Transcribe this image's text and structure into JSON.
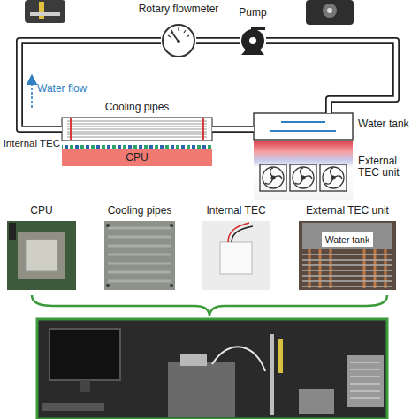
{
  "diagram": {
    "nodes": [
      {
        "text": [
          "Rotary flowmeter"
        ]
      },
      {
        "text": [
          "Pump"
        ]
      },
      {
        "text": [
          "Cooling pipes"
        ]
      },
      {
        "text": [
          "Water tank"
        ]
      },
      {
        "text": [
          "Internal TEC"
        ]
      },
      {
        "text": [
          "CPU"
        ]
      },
      {
        "text": [
          "External TEC unit"
        ]
      },
      {
        "text": [
          "CPU"
        ]
      },
      {
        "text": [
          "Cooling pipes"
        ]
      },
      {
        "text": [
          "Internal TEC"
        ]
      },
      {
        "text": [
          "External TEC unit"
        ]
      },
      {
        "text": [
          "Water tank"
        ],
        "in": 10
      }
    ],
    "edges": [
      {
        "from": 2,
        "to": 0,
        "arrow": "none"
      },
      {
        "from": 0,
        "to": 1,
        "arrow": "none"
      },
      {
        "from": 1,
        "to": 3,
        "arrow": "none"
      },
      {
        "from": 3,
        "to": 2,
        "arrow": "none"
      }
    ],
    "labels": [
      "Water flow"
    ]
  }
}
